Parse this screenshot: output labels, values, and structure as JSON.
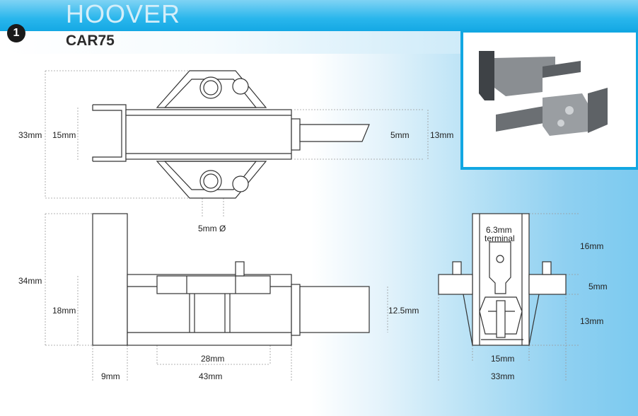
{
  "header": {
    "brand": "HOOVER",
    "model": "CAR75",
    "number": "1"
  },
  "colors": {
    "accent": "#14a8e4",
    "frame": "#12a7e2"
  },
  "dimensions": {
    "top_view": {
      "overall_height": "33mm",
      "body_height": "15mm",
      "brush_width": "5mm",
      "holder_height": "13mm",
      "hole_diameter": "5mm Ø"
    },
    "side_view": {
      "overall_height": "34mm",
      "body_height": "18mm",
      "brush_height": "12.5mm",
      "inner_length": "28mm",
      "flange_width": "9mm",
      "body_length": "43mm"
    },
    "end_view": {
      "terminal_label_line1": "6.3mm",
      "terminal_label_line2": "terminal",
      "upper_height": "16mm",
      "flange_height": "5mm",
      "lower_height": "13mm",
      "inner_width": "15mm",
      "overall_width": "33mm"
    }
  }
}
